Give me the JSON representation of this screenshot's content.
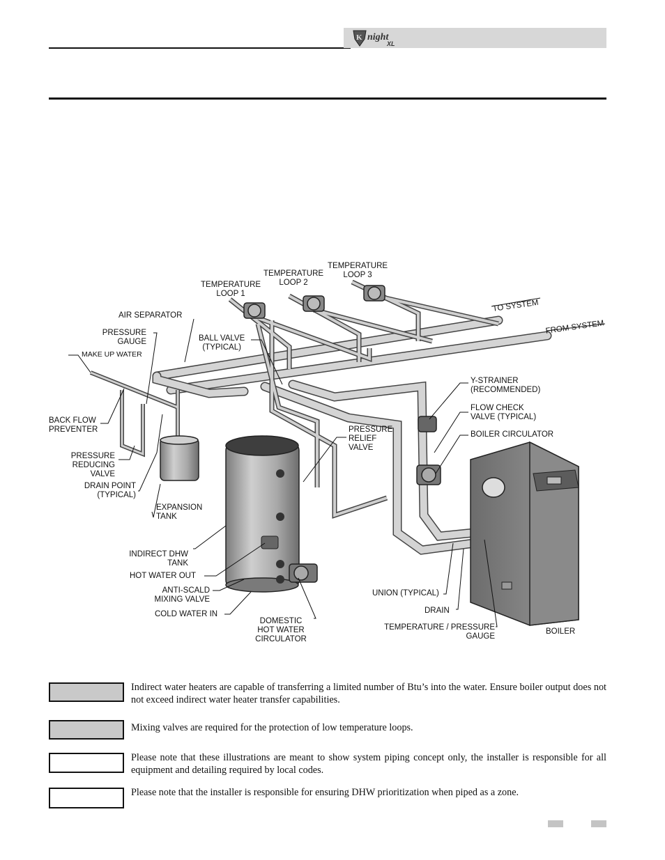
{
  "header": {
    "logo_text": "Knight",
    "logo_suffix": "XL"
  },
  "diagram": {
    "labels": {
      "temperature_loop_1": [
        "TEMPERATURE",
        "LOOP 1"
      ],
      "temperature_loop_2": [
        "TEMPERATURE",
        "LOOP 2"
      ],
      "temperature_loop_3": [
        "TEMPERATURE",
        "LOOP 3"
      ],
      "to_system": "TO SYSTEM",
      "from_system": "FROM SYSTEM",
      "air_separator": "AIR SEPARATOR",
      "pressure_gauge": [
        "PRESSURE",
        "GAUGE"
      ],
      "make_up_water": "MAKE UP WATER",
      "ball_valve": [
        "BALL VALVE",
        "(TYPICAL)"
      ],
      "back_flow_preventer": [
        "BACK FLOW",
        "PREVENTER"
      ],
      "pressure_reducing_valve": [
        "PRESSURE",
        "REDUCING",
        "VALVE"
      ],
      "drain_point": [
        "DRAIN POINT",
        "(TYPICAL)"
      ],
      "expansion_tank": [
        "EXPANSION",
        "TANK"
      ],
      "indirect_dhw_tank": [
        "INDIRECT DHW",
        "TANK"
      ],
      "hot_water_out": "HOT WATER OUT",
      "anti_scald_mixing_valve": [
        "ANTI-SCALD",
        "MIXING VALVE"
      ],
      "cold_water_in": "COLD WATER IN",
      "domestic_hot_water_circulator": [
        "DOMESTIC",
        "HOT WATER",
        "CIRCULATOR"
      ],
      "pressure_relief_valve": [
        "PRESSURE",
        "RELIEF",
        "VALVE"
      ],
      "y_strainer": [
        "Y-STRAINER",
        "(RECOMMENDED)"
      ],
      "flow_check_valve": [
        "FLOW CHECK",
        "VALVE (TYPICAL)"
      ],
      "boiler_circulator": "BOILER CIRCULATOR",
      "union": "UNION (TYPICAL)",
      "drain": "DRAIN",
      "temperature_pressure_gauge": [
        "TEMPERATURE / PRESSURE",
        "GAUGE"
      ],
      "boiler": "BOILER"
    }
  },
  "notes": [
    {
      "box_style": "gray",
      "text": "Indirect water heaters are capable of transferring a limited number of Btu’s into the water.  Ensure boiler output does not not exceed indirect water heater transfer capabilities."
    },
    {
      "box_style": "gray",
      "text": "Mixing valves are required for the protection of low temperature loops."
    },
    {
      "box_style": "white",
      "text": "Please note that these illustrations are meant to show system piping concept only, the installer is responsible for all equipment and detailing required by local codes."
    },
    {
      "box_style": "white",
      "text": "Please note that the installer is responsible for ensuring DHW prioritization when piped as a zone."
    }
  ]
}
